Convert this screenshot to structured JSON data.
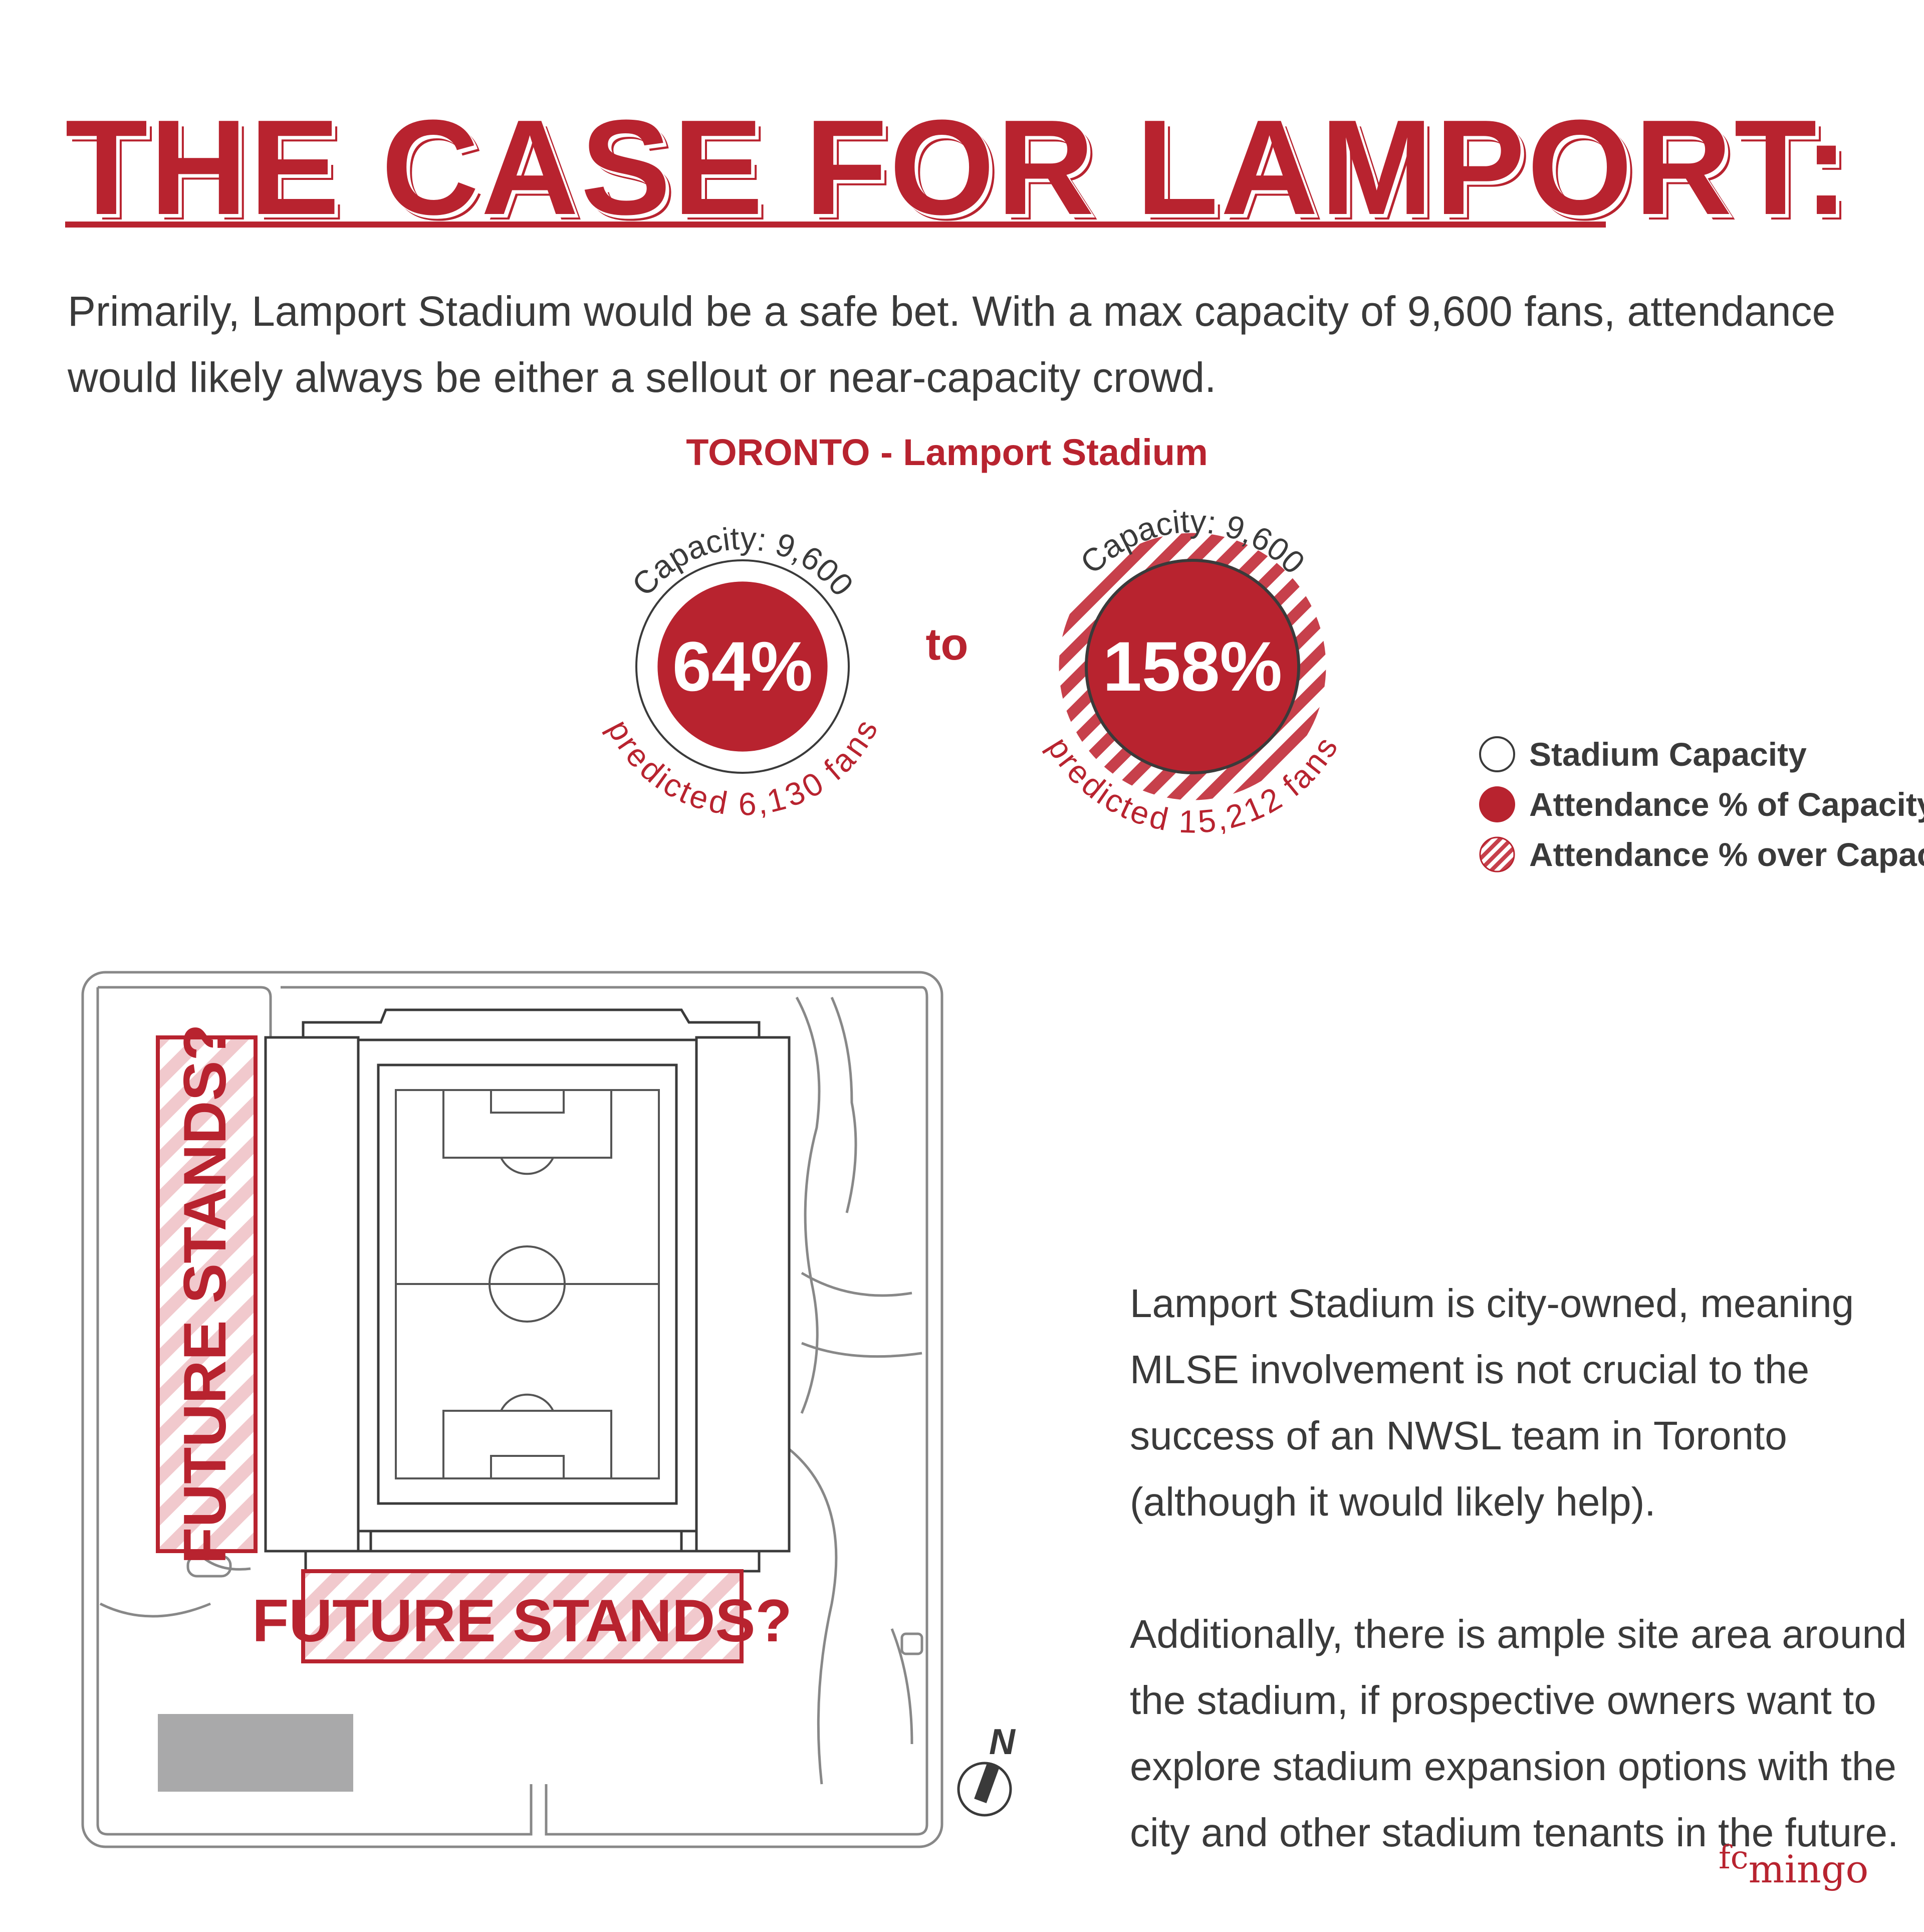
{
  "header": {
    "title": "THE CASE FOR LAMPORT:"
  },
  "intro": {
    "text": "Primarily, Lamport Stadium would be a safe bet. With a max capacity of 9,600 fans, attendance would likely always be either a sellout or near-capacity crowd."
  },
  "chart_data": {
    "type": "proportional-circles",
    "title": "TORONTO - Lamport Stadium",
    "connector": "to",
    "capacity": 9600,
    "circles": [
      {
        "capacity_label": "Capacity: 9,600",
        "percent_label": "64%",
        "percent": 64,
        "predicted_label": "predicted 6,130 fans",
        "predicted_fans": 6130,
        "over_capacity": false
      },
      {
        "capacity_label": "Capacity: 9,600",
        "percent_label": "158%",
        "percent": 158,
        "predicted_label": "predicted 15,212 fans",
        "predicted_fans": 15212,
        "over_capacity": true
      }
    ],
    "legend": [
      {
        "label": "Stadium Capacity",
        "symbol": "outline-circle"
      },
      {
        "label": "Attendance % of Capacity",
        "symbol": "filled-circle"
      },
      {
        "label": "Attendance % over Capacity",
        "symbol": "hatched-circle"
      }
    ]
  },
  "map": {
    "future_stands_west": "FUTURE STANDS?",
    "future_stands_south": "FUTURE STANDS?",
    "north_label": "N"
  },
  "analysis": {
    "paragraph1": "Lamport Stadium is city-owned, meaning MLSE involvement is not crucial to the success of an NWSL team in Toronto (although it would likely help).",
    "paragraph2": "Additionally, there is ample site area around the stadium, if prospective owners want to explore stadium expansion options with the city and other stadium tenants in the future."
  },
  "brand": {
    "part1": "fc",
    "part2": "mingo"
  },
  "colors": {
    "accent": "#b8232f",
    "text": "#3a3a3a",
    "map_line": "#888888",
    "hatch_light": "#f3d3d6"
  }
}
